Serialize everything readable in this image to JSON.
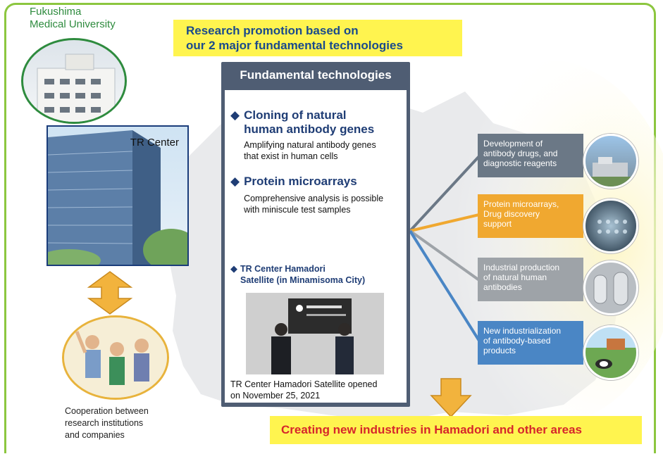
{
  "university": {
    "name_line1": "Fukushima",
    "name_line2": "Medical University"
  },
  "tr_center": {
    "label": "TR Center"
  },
  "cooperation": {
    "line1": "Cooperation between",
    "line2": "research institutions",
    "line3": "and companies"
  },
  "banner_top": {
    "line1": "Research promotion based on",
    "line2": "our 2 major fundamental technologies"
  },
  "fundamental": {
    "title": "Fundamental technologies",
    "items": [
      {
        "title_line1": "Cloning of natural",
        "title_line2": "human antibody genes",
        "desc_line1": "Amplifying natural antibody genes",
        "desc_line2": "that exist in human cells"
      },
      {
        "title_line1": "Protein microarrays",
        "title_line2": "",
        "desc_line1": "Comprehensive analysis is possible",
        "desc_line2": "with miniscule test samples"
      }
    ]
  },
  "support": {
    "title": "Professional and technical support",
    "satellite_line1": "TR Center Hamadori",
    "satellite_line2": "Satellite (in Minamisoma City)",
    "caption_line1": "TR Center Hamadori Satellite opened",
    "caption_line2": "on November 25, 2021"
  },
  "applications": [
    {
      "line1": "Development of",
      "line2": "antibody drugs, and",
      "line3": "diagnostic reagents",
      "color": "#6b7886"
    },
    {
      "line1": "Protein microarrays,",
      "line2": "Drug discovery",
      "line3": "support",
      "color": "#f0a830"
    },
    {
      "line1": "Industrial production",
      "line2": "of natural human",
      "line3": "antibodies",
      "color": "#9ea3a8"
    },
    {
      "line1": "New industrialization",
      "line2": "of antibody-based",
      "line3": "products",
      "color": "#4a86c5"
    }
  ],
  "banner_bottom": {
    "text": "Creating new industries in Hamadori and other areas"
  },
  "colors": {
    "frame": "#8cc63f",
    "banner": "#fff44f",
    "panel": "#4f5d73",
    "accent": "#1f3d75",
    "bottom_text": "#d6262b"
  }
}
